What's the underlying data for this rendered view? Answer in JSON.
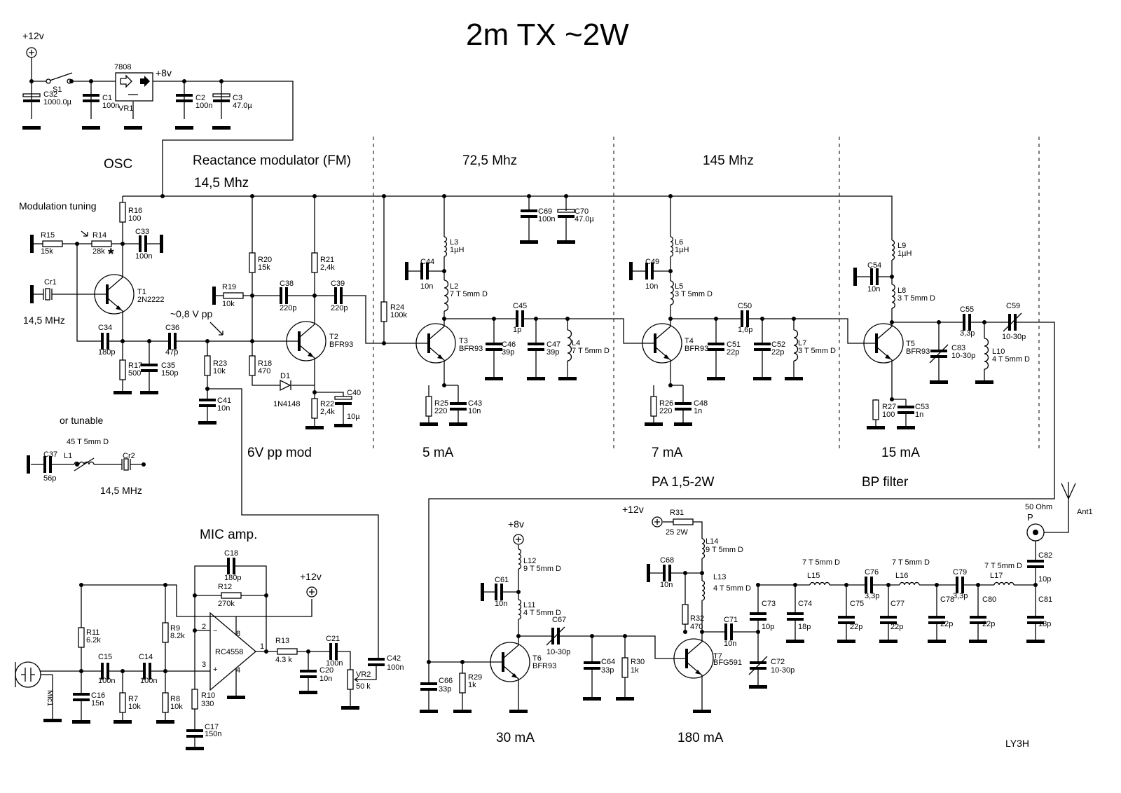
{
  "title": "2m TX ~2W",
  "sections": {
    "osc": "OSC",
    "reactance": "Reactance modulator (FM)",
    "osc_freq": "14,5 Mhz",
    "stage1_freq": "72,5 Mhz",
    "stage2_freq": "145 Mhz",
    "mod_tuning": "Modulation tuning",
    "vpp": "~0,8 V pp",
    "xtal_freq": "14,5 MHz",
    "or_tunable": "or tunable",
    "xtal2_freq": "14,5 MHz",
    "mod_level": "6V pp mod",
    "i_stage1": "5 mA",
    "i_stage2": "7 mA",
    "i_stage3": "15 mA",
    "pa": "PA 1,5-2W",
    "bp": "BP filter",
    "mic_amp": "MIC amp.",
    "i_t6": "30 mA",
    "i_t7": "180 mA",
    "author": "LY3H"
  },
  "power": {
    "supply_top": "+12v",
    "reg_out": "+8v",
    "mic_supply": "+12v",
    "t6_supply": "+8v",
    "pa_supply": "+12v"
  },
  "special": {
    "switch": "S1",
    "regulator_type": "7808",
    "regulator_ref": "VR1",
    "opamp": "RC4558",
    "opamp_pins": [
      "2",
      "3",
      "8",
      "4",
      "1"
    ],
    "mic": "Mic1",
    "output_impedance": "50 Ohm",
    "output_port": "P",
    "antenna": "Ant1"
  },
  "components": [
    {
      "ref": "C32",
      "value": "1000.0µ"
    },
    {
      "ref": "C1",
      "value": "100n"
    },
    {
      "ref": "C2",
      "value": "100n"
    },
    {
      "ref": "C3",
      "value": "47.0µ"
    },
    {
      "ref": "R15",
      "value": "15k"
    },
    {
      "ref": "R14",
      "value": "28k"
    },
    {
      "ref": "R16",
      "value": "100"
    },
    {
      "ref": "C33",
      "value": "100n"
    },
    {
      "ref": "Cr1",
      "value": ""
    },
    {
      "ref": "T1",
      "value": "2N2222"
    },
    {
      "ref": "C34",
      "value": "180p"
    },
    {
      "ref": "C36",
      "value": "47p"
    },
    {
      "ref": "R17",
      "value": "500"
    },
    {
      "ref": "C35",
      "value": "150p"
    },
    {
      "ref": "R23",
      "value": "10k"
    },
    {
      "ref": "C41",
      "value": "10n"
    },
    {
      "ref": "R20",
      "value": "15k"
    },
    {
      "ref": "R19",
      "value": "10k"
    },
    {
      "ref": "C38",
      "value": "220p"
    },
    {
      "ref": "R21",
      "value": "2,4k"
    },
    {
      "ref": "C39",
      "value": "220p"
    },
    {
      "ref": "T2",
      "value": "BFR93"
    },
    {
      "ref": "R18",
      "value": "470"
    },
    {
      "ref": "D1",
      "value": "1N4148"
    },
    {
      "ref": "R22",
      "value": "2,4k"
    },
    {
      "ref": "C40",
      "value": "10µ"
    },
    {
      "ref": "C37",
      "value": "56p"
    },
    {
      "ref": "L1",
      "value": "45 T 5mm D"
    },
    {
      "ref": "Cr2",
      "value": ""
    },
    {
      "ref": "R24",
      "value": "100k"
    },
    {
      "ref": "L3",
      "value": "1µH"
    },
    {
      "ref": "C44",
      "value": "10n"
    },
    {
      "ref": "L2",
      "value": "7 T 5mm D"
    },
    {
      "ref": "T3",
      "value": "BFR93"
    },
    {
      "ref": "C45",
      "value": "1p"
    },
    {
      "ref": "C46",
      "value": "39p"
    },
    {
      "ref": "C47",
      "value": "39p"
    },
    {
      "ref": "L4",
      "value": "7 T 5mm D"
    },
    {
      "ref": "R25",
      "value": "220"
    },
    {
      "ref": "C43",
      "value": "10n"
    },
    {
      "ref": "C69",
      "value": "100n"
    },
    {
      "ref": "C70",
      "value": "47.0µ"
    },
    {
      "ref": "L6",
      "value": "1µH"
    },
    {
      "ref": "C49",
      "value": "10n"
    },
    {
      "ref": "L5",
      "value": "3 T 5mm D"
    },
    {
      "ref": "T4",
      "value": "BFR93"
    },
    {
      "ref": "C50",
      "value": "1,6p"
    },
    {
      "ref": "C51",
      "value": "22p"
    },
    {
      "ref": "C52",
      "value": "22p"
    },
    {
      "ref": "L7",
      "value": "3 T 5mm D"
    },
    {
      "ref": "R26",
      "value": "220"
    },
    {
      "ref": "C48",
      "value": "1n"
    },
    {
      "ref": "L9",
      "value": "1µH"
    },
    {
      "ref": "C54",
      "value": "10n"
    },
    {
      "ref": "L8",
      "value": "3 T 5mm D"
    },
    {
      "ref": "T5",
      "value": "BFR93"
    },
    {
      "ref": "C55",
      "value": "3,3p"
    },
    {
      "ref": "C59",
      "value": "10-30p"
    },
    {
      "ref": "C83",
      "value": "10-30p"
    },
    {
      "ref": "L10",
      "value": "4 T 5mm D"
    },
    {
      "ref": "R27",
      "value": "100"
    },
    {
      "ref": "C53",
      "value": "1n"
    },
    {
      "ref": "R11",
      "value": "6.2k"
    },
    {
      "ref": "C15",
      "value": "100n"
    },
    {
      "ref": "C16",
      "value": "15n"
    },
    {
      "ref": "C14",
      "value": "100n"
    },
    {
      "ref": "R7",
      "value": "10k"
    },
    {
      "ref": "R9",
      "value": "8.2k"
    },
    {
      "ref": "R8",
      "value": "10k"
    },
    {
      "ref": "C18",
      "value": "180p"
    },
    {
      "ref": "R12",
      "value": "270k"
    },
    {
      "ref": "R10",
      "value": "330"
    },
    {
      "ref": "C17",
      "value": "150n"
    },
    {
      "ref": "R13",
      "value": "4.3 k"
    },
    {
      "ref": "C20",
      "value": "10n"
    },
    {
      "ref": "C21",
      "value": "100n"
    },
    {
      "ref": "VR2",
      "value": "50 k"
    },
    {
      "ref": "C42",
      "value": "100n"
    },
    {
      "ref": "L12",
      "value": "9 T 5mm D"
    },
    {
      "ref": "C61",
      "value": "10n"
    },
    {
      "ref": "L11",
      "value": "4 T 5mm D"
    },
    {
      "ref": "C67",
      "value": "10-30p"
    },
    {
      "ref": "T6",
      "value": "BFR93"
    },
    {
      "ref": "C66",
      "value": "33p"
    },
    {
      "ref": "R29",
      "value": "1k"
    },
    {
      "ref": "C64",
      "value": "33p"
    },
    {
      "ref": "R30",
      "value": "1k"
    },
    {
      "ref": "R31",
      "value": "25  2W"
    },
    {
      "ref": "L14",
      "value": "9 T 5mm D"
    },
    {
      "ref": "C68",
      "value": "10n"
    },
    {
      "ref": "L13",
      "value": "4 T 5mm D"
    },
    {
      "ref": "R32",
      "value": "470"
    },
    {
      "ref": "C71",
      "value": "10n"
    },
    {
      "ref": "T7",
      "value": "BFG591"
    },
    {
      "ref": "C73",
      "value": "10p"
    },
    {
      "ref": "C72",
      "value": "10-30p"
    },
    {
      "ref": "C74",
      "value": "18p"
    },
    {
      "ref": "L15",
      "value": "7 T 5mm D"
    },
    {
      "ref": "C75",
      "value": "22p"
    },
    {
      "ref": "C76",
      "value": "3,3p"
    },
    {
      "ref": "C77",
      "value": "22p"
    },
    {
      "ref": "L16",
      "value": "7 T 5mm D"
    },
    {
      "ref": "C78",
      "value": "22p"
    },
    {
      "ref": "C79",
      "value": "3,3p"
    },
    {
      "ref": "C80",
      "value": "22p"
    },
    {
      "ref": "L17",
      "value": "7 T 5mm D"
    },
    {
      "ref": "C81",
      "value": "18p"
    },
    {
      "ref": "C82",
      "value": "10p"
    }
  ]
}
